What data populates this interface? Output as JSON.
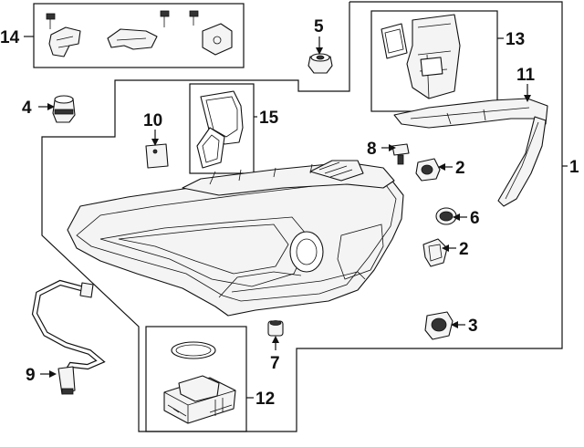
{
  "callouts": {
    "c1": "1",
    "c2a": "2",
    "c2b": "2",
    "c3": "3",
    "c4": "4",
    "c5": "5",
    "c6": "6",
    "c7": "7",
    "c8": "8",
    "c9": "9",
    "c10": "10",
    "c11": "11",
    "c12": "12",
    "c13": "13",
    "c14": "14",
    "c15": "15"
  },
  "icons": {
    "headlamp": "headlamp-assembly-icon",
    "bracket": "mounting-bracket-icon",
    "bulb": "bulb-socket-icon",
    "cap": "dust-cap-icon",
    "ballast": "control-module-icon",
    "harness": "wiring-harness-icon"
  }
}
